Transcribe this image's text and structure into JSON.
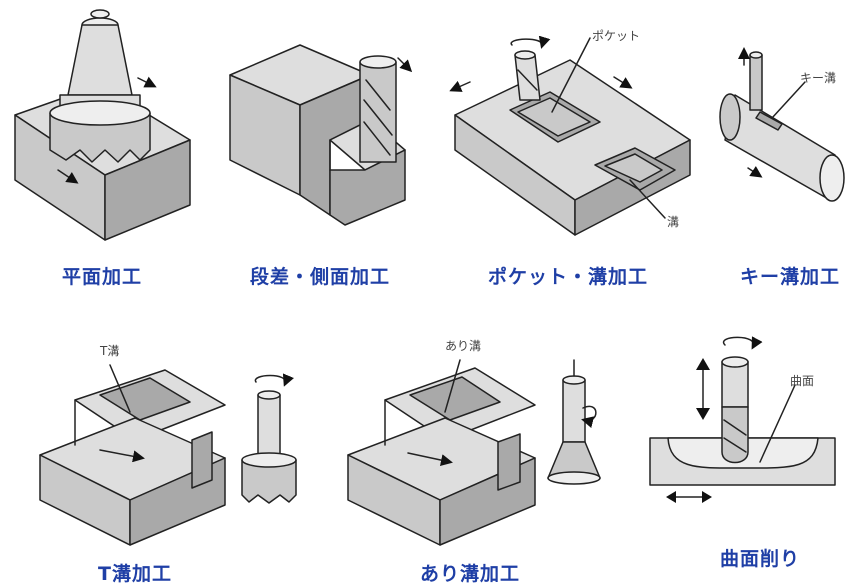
{
  "panels": [
    {
      "caption": "平面加工"
    },
    {
      "caption": "段差・側面加工"
    },
    {
      "caption": "ポケット・溝加工",
      "callouts": [
        "ポケット",
        "溝"
      ]
    },
    {
      "caption": "キー溝加工",
      "callouts": [
        "キー溝"
      ]
    },
    {
      "caption": "T溝加工",
      "callouts": [
        "T溝"
      ]
    },
    {
      "caption": "あり溝加工",
      "callouts": [
        "あり溝"
      ]
    },
    {
      "caption": "曲面削り",
      "callouts": [
        "曲面"
      ]
    }
  ],
  "colors": {
    "caption": "#1f3fa6",
    "part_fill": "#c9c9c9",
    "outline": "#222222"
  }
}
